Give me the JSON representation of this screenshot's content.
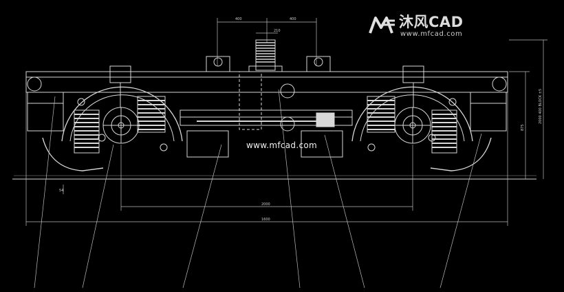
{
  "logo": {
    "brand_cn": "沐风CAD",
    "url": "www.mfcad.com",
    "accent": "#e0e0e0"
  },
  "watermark": "www.mfcad.com",
  "dimensions": {
    "top_left": "400",
    "top_right": "400",
    "center_top": "210",
    "bottom_inner": "2000",
    "bottom_outer": "1600",
    "right_inner": "875",
    "right_outer": "2000 400 BLOCK ±5",
    "left_small": "54"
  },
  "colors": {
    "line": "#d8d8d8",
    "dim": "#bdbdbd",
    "background": "#000000"
  }
}
